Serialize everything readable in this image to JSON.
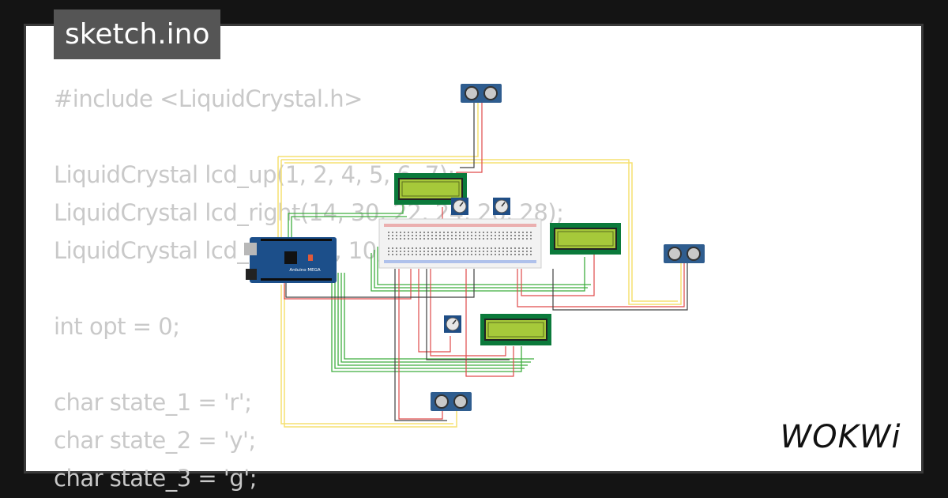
{
  "sketch": {
    "filename": "sketch.ino"
  },
  "code": {
    "lines": [
      "#include <LiquidCrystal.h>",
      "",
      "LiquidCrystal lcd_up(1, 2, 4, 5, 6, 7);",
      "LiquidCrystal lcd_right(14, 30, 22, 24, 26, 28);",
      "LiquidCrystal lcd_left(8, 9, 10, 11, 12, 13);",
      "",
      "int opt = 0;",
      "",
      "char state_1 = 'r';",
      "char state_2 = 'y';",
      "char state_3 = 'g';"
    ]
  },
  "board": {
    "label": "Arduino MEGA"
  },
  "brand": {
    "logo_text": "WOKWi"
  },
  "colors": {
    "background": "#141414",
    "card": "#ffffff",
    "title_tag_bg": "#555555",
    "code_text": "#c9c9c9",
    "wire_yellow": "#f5e070",
    "wire_green": "#3fae3f",
    "wire_red": "#e04a4a",
    "wire_dark": "#404040",
    "lcd_frame": "#0b7a3b",
    "lcd_screen": "#a6c93a",
    "sensor_blue": "#2f5d8f",
    "arduino_blue": "#1c4f8a"
  },
  "icons": [
    "arduino-mega-board",
    "breadboard",
    "lcd-display",
    "ultrasonic-sensor",
    "potentiometer",
    "wokwi-logo"
  ]
}
